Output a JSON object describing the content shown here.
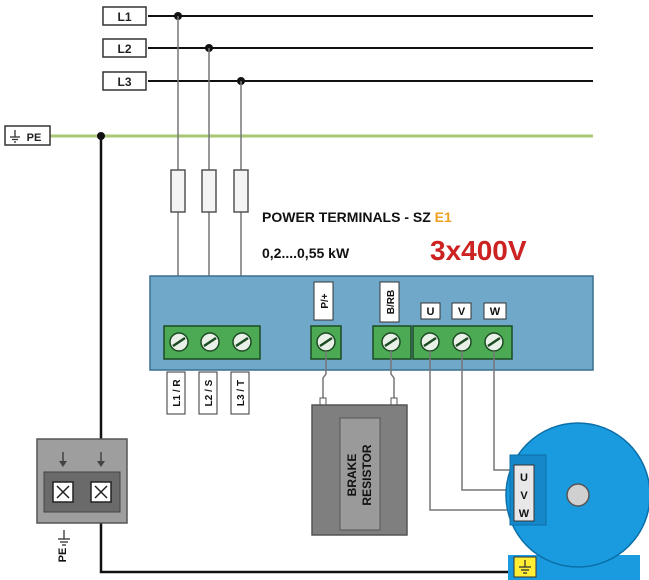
{
  "lines": {
    "l1": "L1",
    "l2": "L2",
    "l3": "L3",
    "pe": "PE"
  },
  "title": {
    "main": "POWER TERMINALS - SZ ",
    "suffix": "E1",
    "power": "0,2....0,55 kW",
    "voltage": "3x400V"
  },
  "terminals": {
    "pplus": "P/+",
    "brb": "B/RB",
    "u": "U",
    "v": "V",
    "w": "W",
    "l1r": "L1 / R",
    "l2s": "L2 / S",
    "l3t": "L3 / T"
  },
  "brake": {
    "line1": "BRAKE",
    "line2": "RESISTOR"
  },
  "motor": {
    "u": "U",
    "v": "V",
    "w": "W"
  },
  "pe_block": {
    "label": "PE"
  },
  "colors": {
    "ground_line": "#a8c873",
    "terminal_board": "#6fa8c8",
    "terminal_green": "#4caa55",
    "motor_blue": "#1a9be0",
    "voltage_red": "#cc2222",
    "suffix_orange": "#f0a020"
  }
}
